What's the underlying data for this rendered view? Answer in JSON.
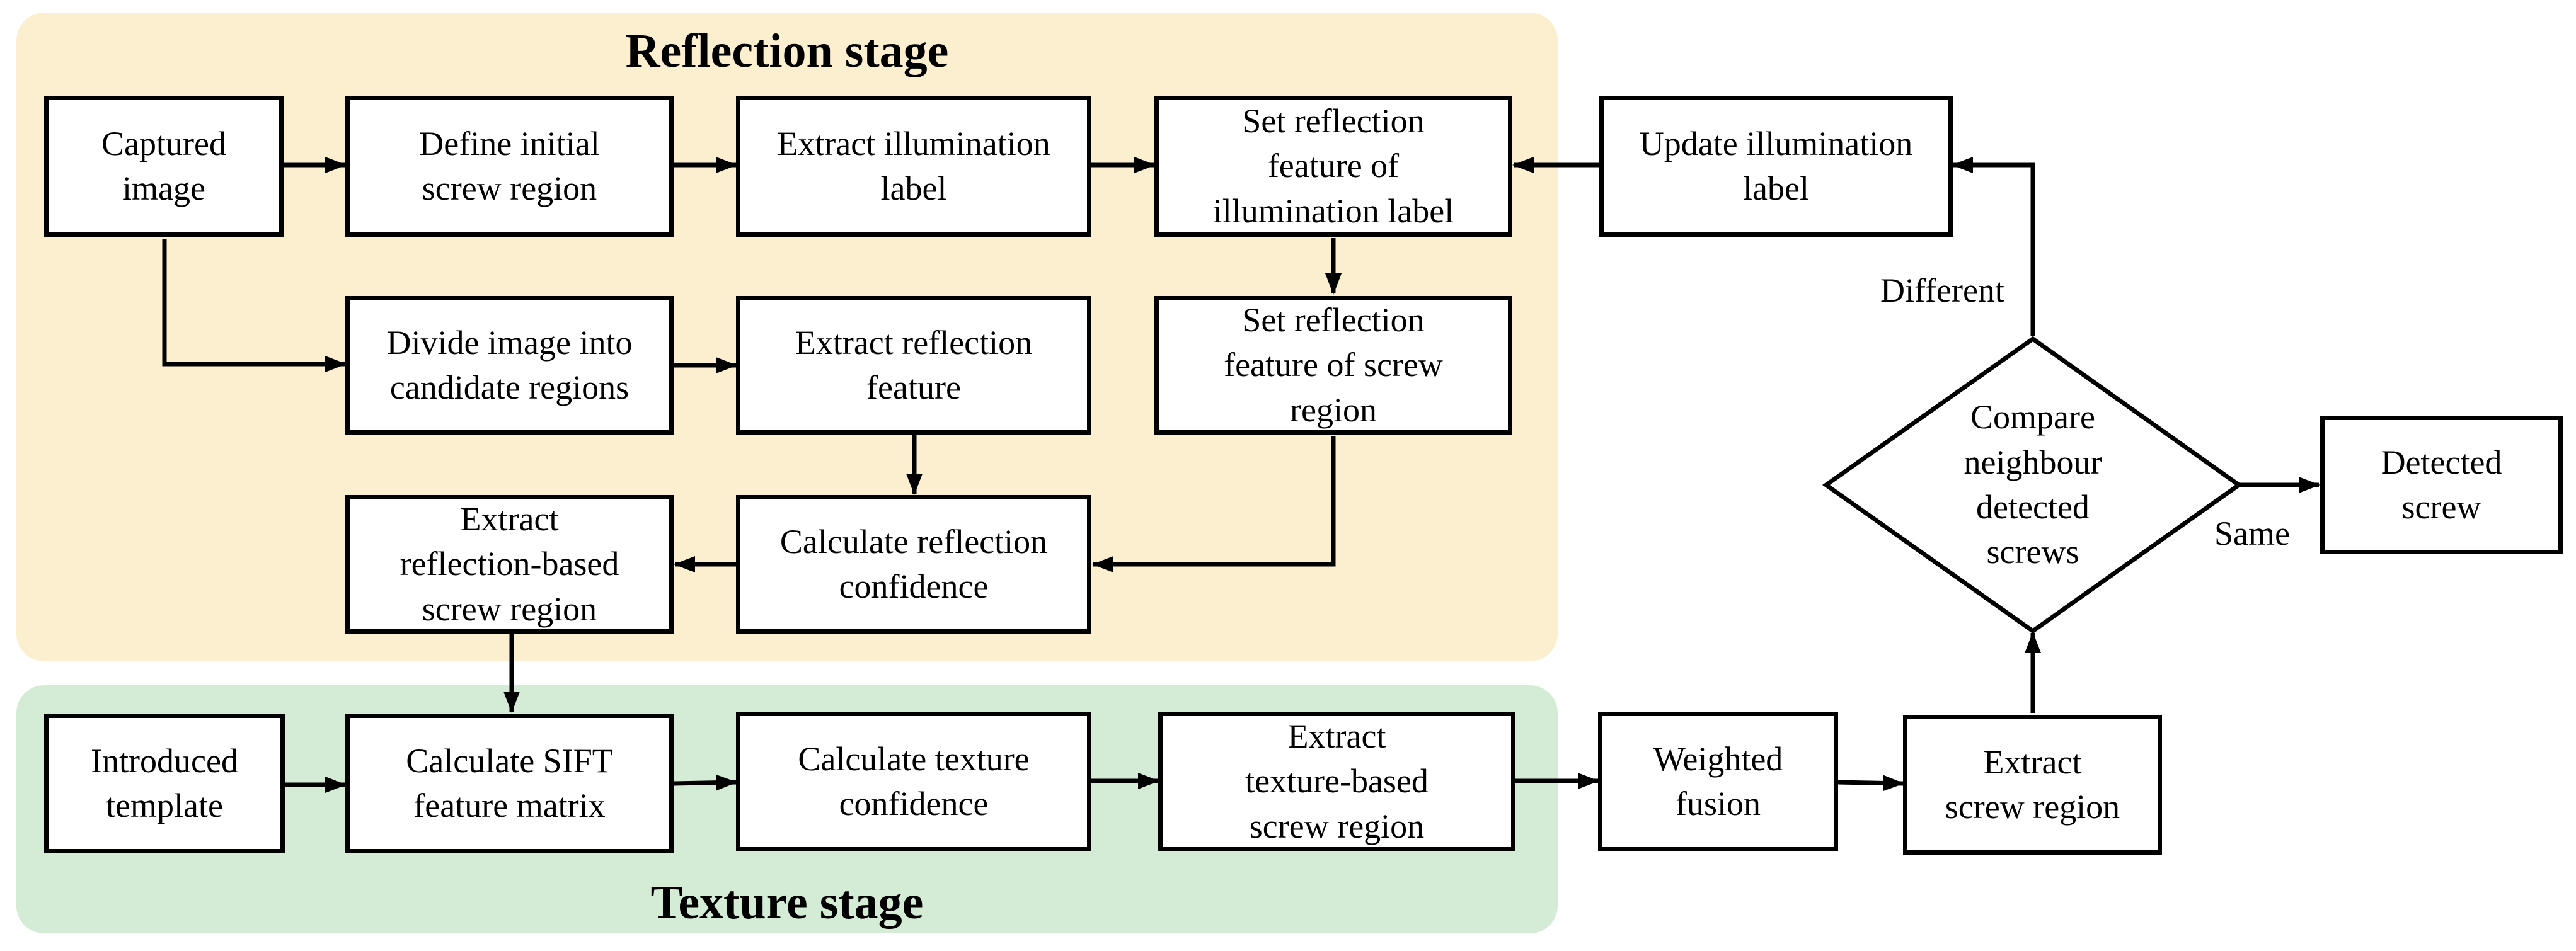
{
  "stages": {
    "reflection": "Reflection stage",
    "texture": "Texture stage"
  },
  "nodes": {
    "captured_image": "Captured\nimage",
    "define_initial_region": "Define initial\nscrew region",
    "extract_illumination_label": "Extract illumination\nlabel",
    "set_reflection_illumination": "Set reflection\nfeature of\nillumination label",
    "update_illumination_label": "Update illumination\nlabel",
    "divide_image": "Divide image into\ncandidate regions",
    "extract_reflection_feature": "Extract reflection\nfeature",
    "set_reflection_screw": "Set reflection\nfeature of screw\nregion",
    "extract_reflection_region": "Extract\nreflection-based\nscrew region",
    "calculate_reflection_confidence": "Calculate reflection\nconfidence",
    "introduced_template": "Introduced\ntemplate",
    "calculate_sift": "Calculate SIFT\nfeature matrix",
    "calculate_texture_confidence": "Calculate texture\nconfidence",
    "extract_texture_region": "Extract\ntexture-based\nscrew region",
    "weighted_fusion": "Weighted\nfusion",
    "extract_screw_region": "Extract\nscrew region",
    "compare_neighbour": "Compare\nneighbour\ndetected\nscrews",
    "detected_screw": "Detected\nscrew"
  },
  "edge_labels": {
    "different": "Different",
    "same": "Same"
  }
}
